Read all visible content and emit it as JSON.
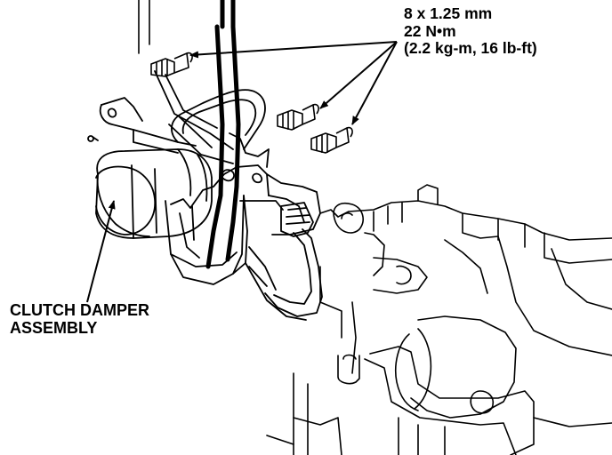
{
  "annotations": {
    "bolt_spec": {
      "size": "8 x 1.25 mm",
      "torque_nm": "22 N•m",
      "torque_alt": "(2.2 kg-m, 16 lb-ft)"
    },
    "component": {
      "line1": "CLUTCH DAMPER",
      "line2": "ASSEMBLY"
    }
  },
  "colors": {
    "ink": "#000000",
    "paper": "#ffffff"
  }
}
